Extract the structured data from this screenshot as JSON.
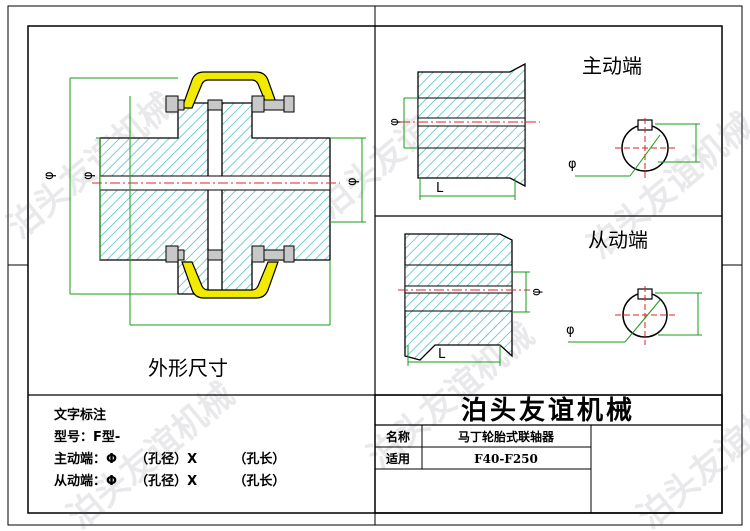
{
  "title_block": {
    "company": "泊头友谊机械",
    "name_label": "名称",
    "name_value": "马丁轮胎式联轴器",
    "applicable_label": "适用",
    "applicable_value": "F40-F250"
  },
  "views": {
    "outline_title": "外形尺寸",
    "driving_end_title": "主动端",
    "driven_end_title": "从动端"
  },
  "dimension_labels": {
    "diameter": "φ",
    "length": "L"
  },
  "notes": {
    "heading": "文字标注",
    "model_line": "型号：F型-",
    "driving_line": "主动端：Φ    （孔径）X        （孔长）",
    "driven_line": "从动端：Φ    （孔径）X        （孔长）"
  },
  "watermark": "泊头友谊机械",
  "colors": {
    "line": "#000000",
    "hatch": "#3fb9c4",
    "tire": "#f2ea00",
    "dimension": "#1a9a1a",
    "centerline": "#e02020",
    "bolt": "#b8b8b8"
  }
}
